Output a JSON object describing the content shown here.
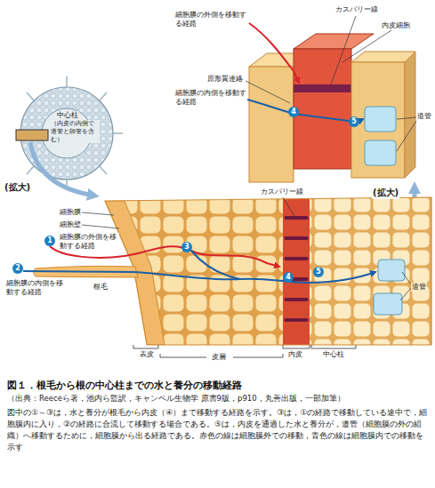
{
  "diagram": {
    "title": "図１．根毛から根の中心柱までの水と養分の移動経路",
    "caption": "図中の①～③は，水と養分が根毛から内皮（④）まで移動する経路を示す。③は，①の経路で移動している途中で，細胞膜内に入り，②の経路に合流して移動する場合である。⑤は，内皮を通過した水と養分が，道管（細胞膜の外の組織）へ移動するために，細胞膜から出る経路である。赤色の線は細胞膜外での移動，青色の線は細胞膜内での移動を示す",
    "labels": [
      "中心柱",
      "（内皮の内側で道管と師管を含む）",
      "(拡大)",
      "カスパリー線",
      "細胞膜の外側を移動する経路",
      "内皮細胞",
      "原形質連絡",
      "細胞膜の内側を移動する経路",
      "4",
      "5",
      "道管",
      "(拡大)",
      "カスパリー線",
      "細胞膜",
      "細胞壁",
      "1",
      "細胞膜の外側を移動する経路",
      "3",
      "2",
      "細胞膜の内側を移動する経路",
      "根毛",
      "4",
      "5",
      "道管",
      "表皮",
      "内皮",
      "中心柱",
      "皮層",
      "（出典：Reeceら著，池内ら監訳，キャンベル生物学 原書9版，p910，丸善出版，一部加筆）"
    ]
  }
}
